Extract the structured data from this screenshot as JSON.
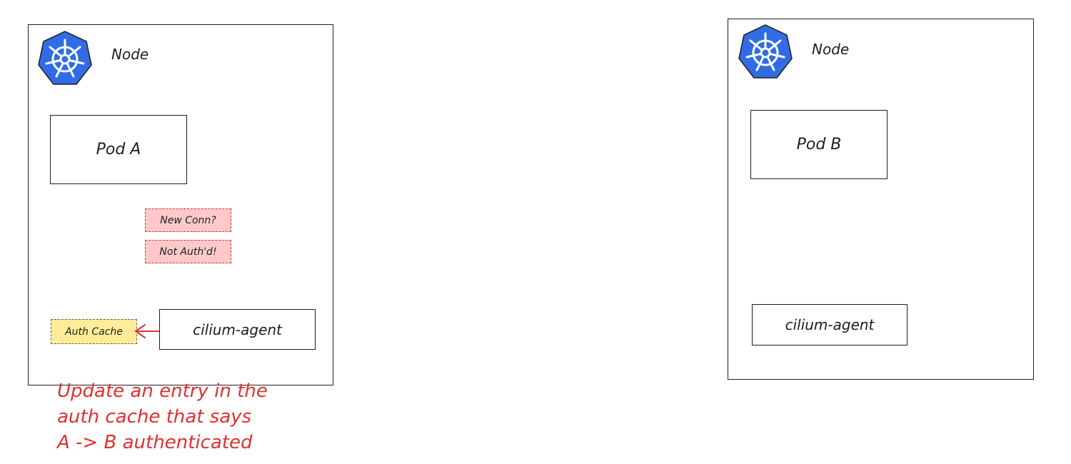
{
  "colors": {
    "stroke": "#1e1e1e",
    "k8s_blue": "#326ce5",
    "danger_fill": "#ffc9c9",
    "danger_text": "#e03131",
    "cache_fill": "#ffec99"
  },
  "icons": {
    "node_logo": "kubernetes-helm-icon"
  },
  "node_a": {
    "label": "Node",
    "pod_label": "Pod A",
    "status_new": "New Conn?",
    "status_auth": "Not Auth'd!",
    "cache_label": "Auth Cache",
    "agent_label": "cilium-agent"
  },
  "node_b": {
    "label": "Node",
    "pod_label": "Pod B",
    "agent_label": "cilium-agent"
  },
  "annotation": {
    "lines": [
      "Update an entry in the",
      "auth cache that says",
      "A -> B authenticated"
    ]
  }
}
